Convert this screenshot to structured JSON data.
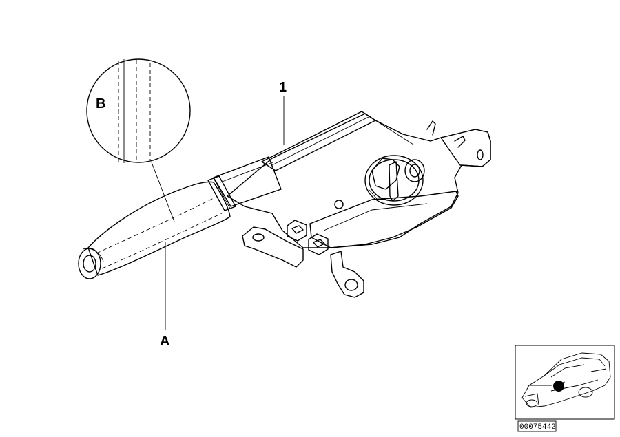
{
  "callouts": {
    "part_1": "1",
    "label_a": "A",
    "label_b": "B"
  },
  "thumbnail": {
    "diagram_number": "00075442"
  }
}
